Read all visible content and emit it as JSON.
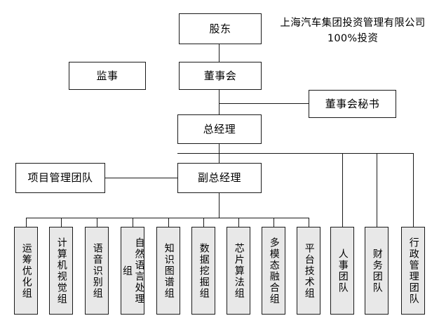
{
  "chart": {
    "title_note": {
      "line1": "上海汽车集团投资管理有限公司",
      "line2": "100%投资"
    },
    "nodes": {
      "shareholder": "股东",
      "supervisor": "监事",
      "board": "董事会",
      "board_secretary": "董事会秘书",
      "general_manager": "总经理",
      "project_management_team": "项目管理团队",
      "deputy_general_manager": "副总经理"
    },
    "departments": [
      {
        "label": "运筹优化组"
      },
      {
        "label": "计算机视觉组"
      },
      {
        "label": "语音识别组"
      },
      {
        "label": "自然语言处理组"
      },
      {
        "label": "知识图谱组"
      },
      {
        "label": "数据挖掘组"
      },
      {
        "label": "芯片算法组"
      },
      {
        "label": "多模态融合组"
      },
      {
        "label": "平台技术组"
      }
    ],
    "support_teams": [
      {
        "label": "人事团队"
      },
      {
        "label": "财务团队"
      },
      {
        "label": "行政管理团队"
      }
    ],
    "colors": {
      "line": "#1a1a1a",
      "box_fill": "#ffffff",
      "leaf_fill": "#e8e8e8",
      "text": "#000000"
    }
  }
}
